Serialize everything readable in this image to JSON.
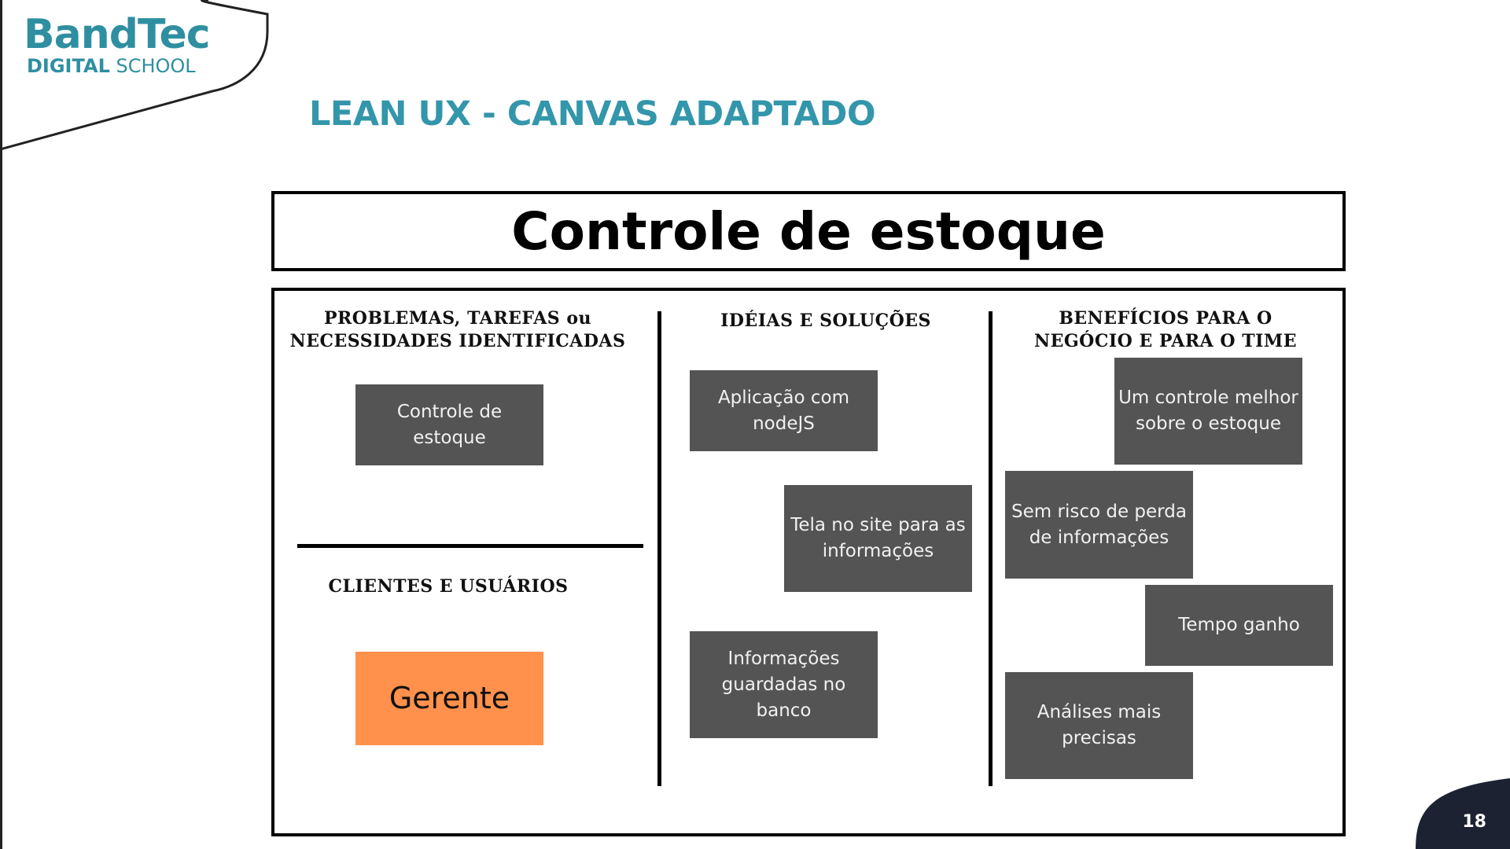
{
  "logo": {
    "main": "BandTec",
    "sub_bold": "DIGITAL",
    "sub_light": " SCHOOL"
  },
  "slide": {
    "title": "LEAN UX - CANVAS ADAPTADO",
    "page_number": "18"
  },
  "canvas": {
    "project_title": "Controle de estoque",
    "columns": {
      "problems": {
        "heading": "PROBLEMAS, TAREFAS ou\nNECESSIDADES IDENTIFICADAS",
        "notes": [
          "Controle de estoque"
        ]
      },
      "clients": {
        "heading": "CLIENTES E USUÁRIOS",
        "notes": [
          "Gerente"
        ]
      },
      "ideas": {
        "heading": "IDÉIAS E SOLUÇÕES",
        "notes": [
          "Aplicação com nodeJS",
          "Tela no site para as informações",
          "Informações guardadas no banco"
        ]
      },
      "benefits": {
        "heading": "BENEFÍCIOS PARA O\nNEGÓCIO E PARA O TIME",
        "notes": [
          "Um controle melhor sobre o estoque",
          "Sem risco de perda de informações",
          "Tempo ganho",
          "Análises mais precisas"
        ]
      }
    }
  },
  "colors": {
    "accent": "#3396ab",
    "note": "#545454",
    "highlight_note": "#ff914d",
    "corner": "#1c2232"
  },
  "icons": {
    "page_corner": "dark-corner-shape"
  }
}
